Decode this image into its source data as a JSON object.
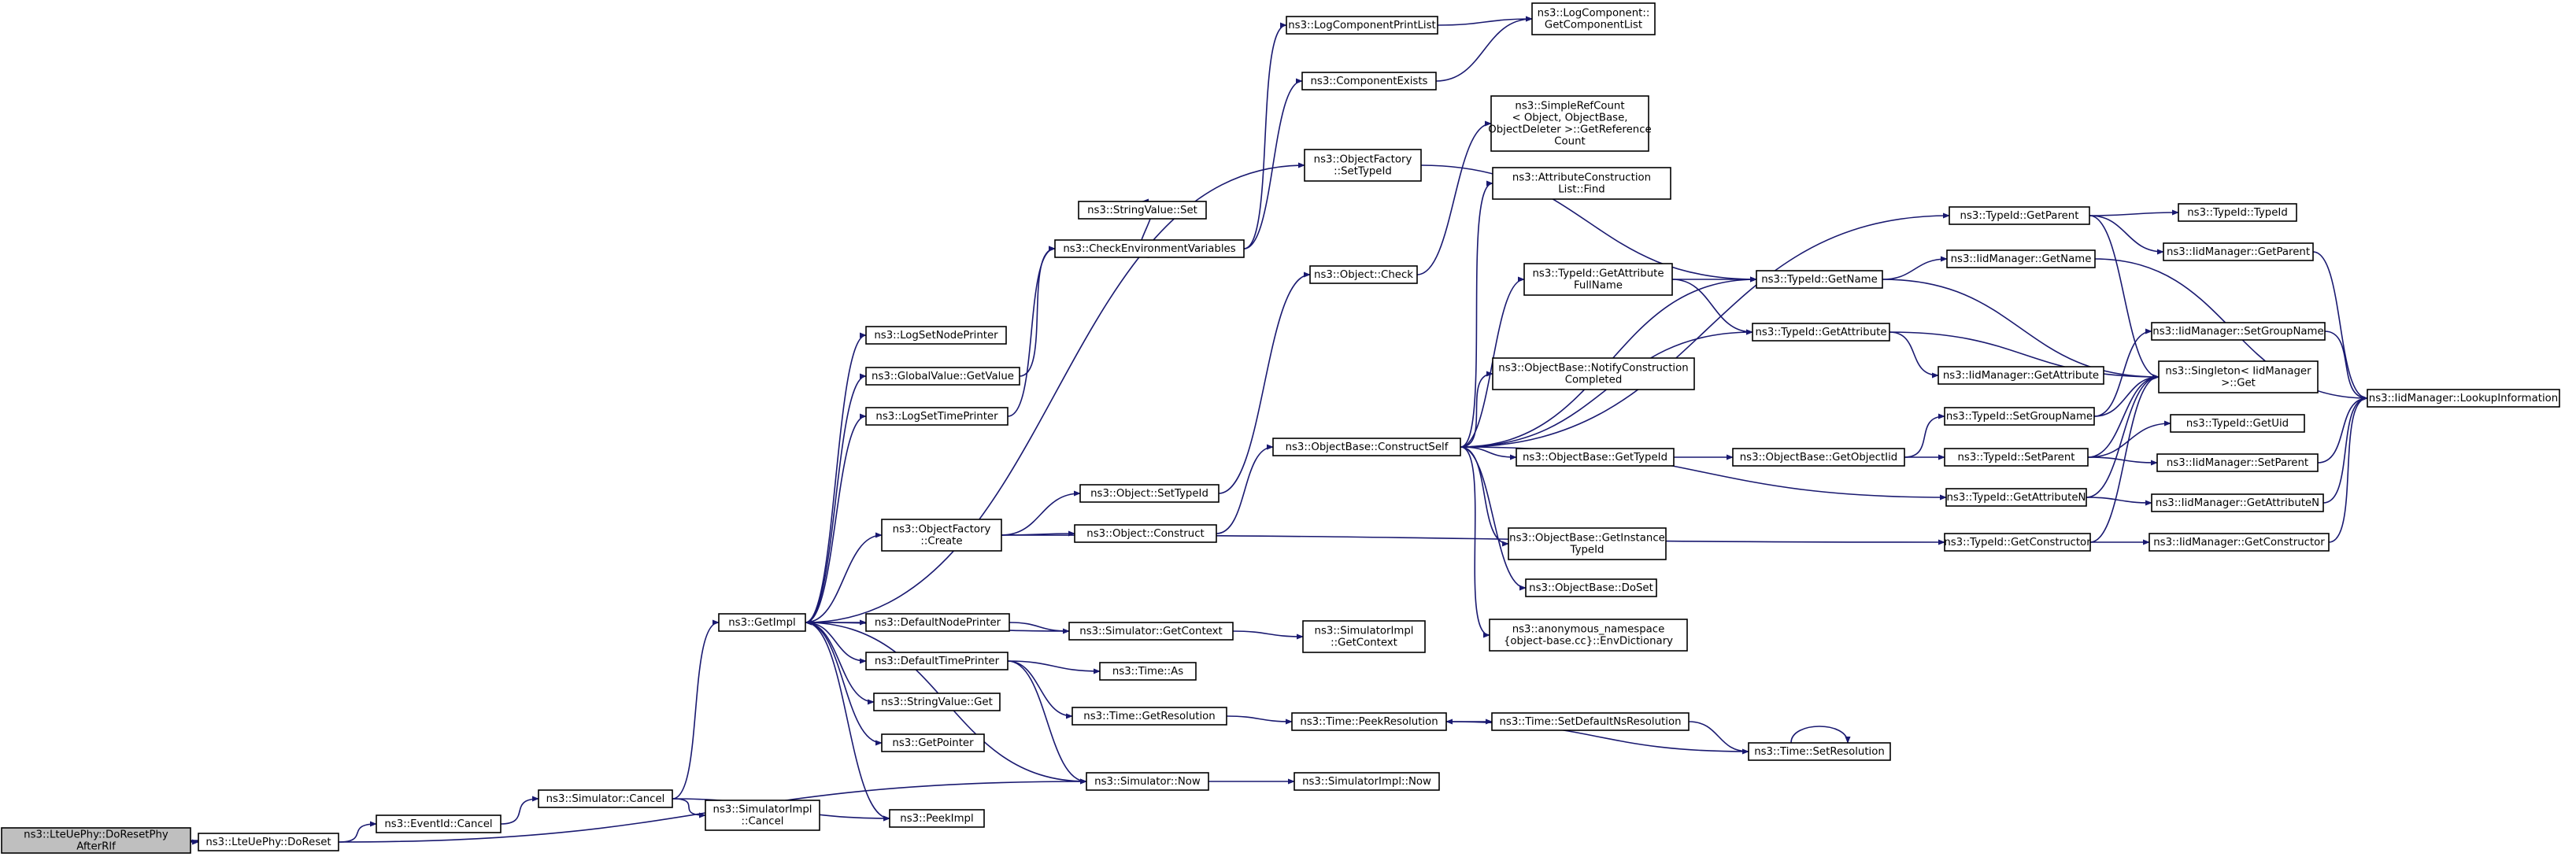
{
  "graph": {
    "edge_color": "#191970",
    "root_fill": "#bfbfbf",
    "nodes": [
      {
        "id": "n0",
        "lines": [
          "ns3::LteUePhy::DoResetPhy",
          "AfterRlf"
        ],
        "root": true
      },
      {
        "id": "n1",
        "lines": [
          "ns3::LteUePhy::DoReset"
        ]
      },
      {
        "id": "n2",
        "lines": [
          "ns3::EventId::Cancel"
        ]
      },
      {
        "id": "n3",
        "lines": [
          "ns3::Simulator::Cancel"
        ]
      },
      {
        "id": "n4",
        "lines": [
          "ns3::GetImpl"
        ]
      },
      {
        "id": "n5",
        "lines": [
          "ns3::SimulatorImpl",
          "::Cancel"
        ]
      },
      {
        "id": "n6",
        "lines": [
          "ns3::PeekImpl"
        ]
      },
      {
        "id": "n7",
        "lines": [
          "ns3::Simulator::Now"
        ]
      },
      {
        "id": "n8",
        "lines": [
          "ns3::LogSetNodePrinter"
        ]
      },
      {
        "id": "n9",
        "lines": [
          "ns3::GlobalValue::GetValue"
        ]
      },
      {
        "id": "n10",
        "lines": [
          "ns3::LogSetTimePrinter"
        ]
      },
      {
        "id": "n11",
        "lines": [
          "ns3::ObjectFactory",
          "::Create"
        ]
      },
      {
        "id": "n12",
        "lines": [
          "ns3::DefaultNodePrinter"
        ]
      },
      {
        "id": "n13",
        "lines": [
          "ns3::DefaultTimePrinter"
        ]
      },
      {
        "id": "n14",
        "lines": [
          "ns3::StringValue::Get"
        ]
      },
      {
        "id": "n15",
        "lines": [
          "ns3::GetPointer"
        ]
      },
      {
        "id": "n16",
        "lines": [
          "ns3::StringValue::Set"
        ]
      },
      {
        "id": "n17",
        "lines": [
          "ns3::CheckEnvironmentVariables"
        ]
      },
      {
        "id": "n18",
        "lines": [
          "ns3::LogComponentPrintList"
        ]
      },
      {
        "id": "n19",
        "lines": [
          "ns3::ComponentExists"
        ]
      },
      {
        "id": "n20",
        "lines": [
          "ns3::LogComponent::",
          "GetComponentList"
        ]
      },
      {
        "id": "n21",
        "lines": [
          "ns3::ObjectFactory",
          "::SetTypeId"
        ]
      },
      {
        "id": "n22",
        "lines": [
          "ns3::Object::Check"
        ]
      },
      {
        "id": "n23",
        "lines": [
          "ns3::SimpleRefCount",
          "< Object, ObjectBase,",
          "ObjectDeleter >::GetReference",
          "Count"
        ]
      },
      {
        "id": "n24",
        "lines": [
          "ns3::Object::SetTypeId"
        ]
      },
      {
        "id": "n25",
        "lines": [
          "ns3::Object::Construct"
        ]
      },
      {
        "id": "n26",
        "lines": [
          "ns3::ObjectBase::ConstructSelf"
        ]
      },
      {
        "id": "n27",
        "lines": [
          "ns3::Simulator::GetContext"
        ]
      },
      {
        "id": "n28",
        "lines": [
          "ns3::SimulatorImpl",
          "::GetContext"
        ]
      },
      {
        "id": "n29",
        "lines": [
          "ns3::Time::As"
        ]
      },
      {
        "id": "n30",
        "lines": [
          "ns3::Time::GetResolution"
        ]
      },
      {
        "id": "n31",
        "lines": [
          "ns3::SimulatorImpl::Now"
        ]
      },
      {
        "id": "n32",
        "lines": [
          "ns3::AttributeConstruction",
          "List::Find"
        ]
      },
      {
        "id": "n33",
        "lines": [
          "ns3::TypeId::GetAttribute",
          "FullName"
        ]
      },
      {
        "id": "n34",
        "lines": [
          "ns3::ObjectBase::NotifyConstruction",
          "Completed"
        ]
      },
      {
        "id": "n35",
        "lines": [
          "ns3::ObjectBase::GetTypeId"
        ]
      },
      {
        "id": "n36",
        "lines": [
          "ns3::ObjectBase::GetInstance",
          "TypeId"
        ]
      },
      {
        "id": "n37",
        "lines": [
          "ns3::ObjectBase::DoSet"
        ]
      },
      {
        "id": "n38",
        "lines": [
          "ns3::anonymous_namespace",
          "{object-base.cc}::EnvDictionary"
        ]
      },
      {
        "id": "n39",
        "lines": [
          "ns3::Time::PeekResolution"
        ]
      },
      {
        "id": "n40",
        "lines": [
          "ns3::Time::SetDefaultNsResolution"
        ]
      },
      {
        "id": "n41",
        "lines": [
          "ns3::Time::SetResolution"
        ]
      },
      {
        "id": "n42",
        "lines": [
          "ns3::TypeId::GetName"
        ]
      },
      {
        "id": "n43",
        "lines": [
          "ns3::TypeId::GetAttribute"
        ]
      },
      {
        "id": "n44",
        "lines": [
          "ns3::ObjectBase::GetObjectIid"
        ]
      },
      {
        "id": "n45",
        "lines": [
          "ns3::TypeId::GetParent"
        ]
      },
      {
        "id": "n46",
        "lines": [
          "ns3::IidManager::GetName"
        ]
      },
      {
        "id": "n47",
        "lines": [
          "ns3::IidManager::GetAttribute"
        ]
      },
      {
        "id": "n48",
        "lines": [
          "ns3::TypeId::SetGroupName"
        ]
      },
      {
        "id": "n49",
        "lines": [
          "ns3::TypeId::SetParent"
        ]
      },
      {
        "id": "n50",
        "lines": [
          "ns3::TypeId::GetAttributeN"
        ]
      },
      {
        "id": "n51",
        "lines": [
          "ns3::TypeId::GetConstructor"
        ]
      },
      {
        "id": "n52",
        "lines": [
          "ns3::TypeId::TypeId"
        ]
      },
      {
        "id": "n53",
        "lines": [
          "ns3::IidManager::GetParent"
        ]
      },
      {
        "id": "n54",
        "lines": [
          "ns3::IidManager::SetGroupName"
        ]
      },
      {
        "id": "n55",
        "lines": [
          "ns3::Singleton< IidManager",
          ">::Get"
        ]
      },
      {
        "id": "n56",
        "lines": [
          "ns3::TypeId::GetUid"
        ]
      },
      {
        "id": "n57",
        "lines": [
          "ns3::IidManager::SetParent"
        ]
      },
      {
        "id": "n58",
        "lines": [
          "ns3::IidManager::GetAttributeN"
        ]
      },
      {
        "id": "n59",
        "lines": [
          "ns3::IidManager::GetConstructor"
        ]
      },
      {
        "id": "n60",
        "lines": [
          "ns3::IidManager::LookupInformation"
        ]
      }
    ],
    "edges": [
      [
        "n0",
        "n1"
      ],
      [
        "n1",
        "n2"
      ],
      [
        "n1",
        "n7"
      ],
      [
        "n2",
        "n3"
      ],
      [
        "n3",
        "n4"
      ],
      [
        "n3",
        "n5"
      ],
      [
        "n3",
        "n6"
      ],
      [
        "n4",
        "n8"
      ],
      [
        "n4",
        "n9"
      ],
      [
        "n4",
        "n10"
      ],
      [
        "n4",
        "n11"
      ],
      [
        "n4",
        "n12"
      ],
      [
        "n4",
        "n13"
      ],
      [
        "n4",
        "n14"
      ],
      [
        "n4",
        "n15"
      ],
      [
        "n4",
        "n6"
      ],
      [
        "n4",
        "n21"
      ],
      [
        "n7",
        "n4"
      ],
      [
        "n7",
        "n31"
      ],
      [
        "n27",
        "n4"
      ],
      [
        "n9",
        "n17"
      ],
      [
        "n10",
        "n17"
      ],
      [
        "n17",
        "n16"
      ],
      [
        "n17",
        "n18"
      ],
      [
        "n17",
        "n19"
      ],
      [
        "n18",
        "n20"
      ],
      [
        "n19",
        "n20"
      ],
      [
        "n21",
        "n42"
      ],
      [
        "n11",
        "n24"
      ],
      [
        "n11",
        "n25"
      ],
      [
        "n11",
        "n51"
      ],
      [
        "n24",
        "n22"
      ],
      [
        "n22",
        "n23"
      ],
      [
        "n25",
        "n26"
      ],
      [
        "n12",
        "n27"
      ],
      [
        "n27",
        "n28"
      ],
      [
        "n13",
        "n29"
      ],
      [
        "n13",
        "n30"
      ],
      [
        "n13",
        "n7"
      ],
      [
        "n30",
        "n39"
      ],
      [
        "n39",
        "n40"
      ],
      [
        "n40",
        "n41"
      ],
      [
        "n41",
        "n39"
      ],
      [
        "n41",
        "n41"
      ],
      [
        "n26",
        "n32"
      ],
      [
        "n26",
        "n33"
      ],
      [
        "n26",
        "n34"
      ],
      [
        "n26",
        "n35"
      ],
      [
        "n26",
        "n36"
      ],
      [
        "n26",
        "n37"
      ],
      [
        "n26",
        "n38"
      ],
      [
        "n26",
        "n42"
      ],
      [
        "n26",
        "n43"
      ],
      [
        "n26",
        "n45"
      ],
      [
        "n26",
        "n50"
      ],
      [
        "n33",
        "n42"
      ],
      [
        "n33",
        "n43"
      ],
      [
        "n35",
        "n44"
      ],
      [
        "n44",
        "n48"
      ],
      [
        "n44",
        "n49"
      ],
      [
        "n42",
        "n46"
      ],
      [
        "n42",
        "n55"
      ],
      [
        "n43",
        "n47"
      ],
      [
        "n43",
        "n55"
      ],
      [
        "n45",
        "n52"
      ],
      [
        "n45",
        "n53"
      ],
      [
        "n45",
        "n55"
      ],
      [
        "n46",
        "n60"
      ],
      [
        "n53",
        "n60"
      ],
      [
        "n48",
        "n54"
      ],
      [
        "n48",
        "n55"
      ],
      [
        "n54",
        "n60"
      ],
      [
        "n49",
        "n56"
      ],
      [
        "n49",
        "n57"
      ],
      [
        "n49",
        "n55"
      ],
      [
        "n57",
        "n60"
      ],
      [
        "n50",
        "n58"
      ],
      [
        "n50",
        "n55"
      ],
      [
        "n58",
        "n60"
      ],
      [
        "n51",
        "n59"
      ],
      [
        "n51",
        "n55"
      ],
      [
        "n59",
        "n60"
      ]
    ]
  }
}
